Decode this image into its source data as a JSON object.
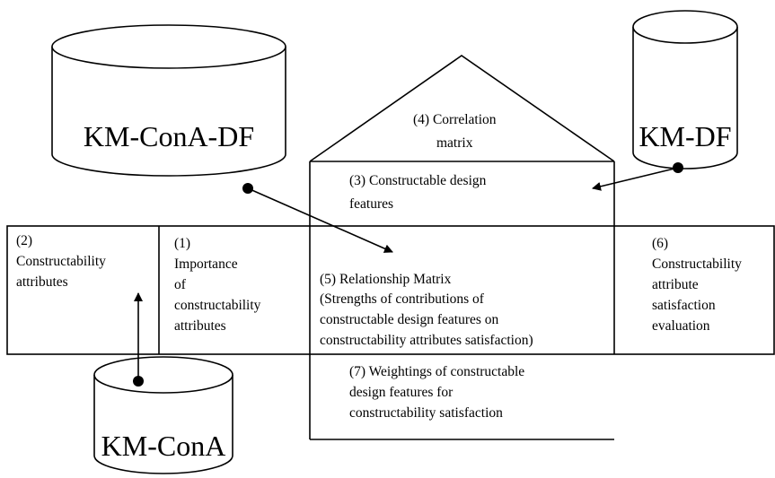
{
  "databases": {
    "km_cona_df": "KM-ConA-DF",
    "km_df": "KM-DF",
    "km_cona": "KM-ConA"
  },
  "blocks": {
    "correlation_matrix": [
      "(4) Correlation",
      "matrix"
    ],
    "design_features": [
      "(3) Constructable design",
      "features"
    ],
    "attributes": [
      "(2)",
      "Constructability",
      "attributes"
    ],
    "importance": [
      "(1)",
      "Importance",
      "of",
      "constructability",
      "attributes"
    ],
    "relationship_matrix": [
      "(5) Relationship Matrix",
      "(Strengths of contributions of",
      "constructable design features on",
      "constructability attributes satisfaction)"
    ],
    "evaluation": [
      "(6)",
      "Constructability",
      "attribute",
      "satisfaction",
      "evaluation"
    ],
    "weightings": [
      "(7) Weightings of constructable",
      "design features for",
      "constructability satisfaction"
    ]
  }
}
